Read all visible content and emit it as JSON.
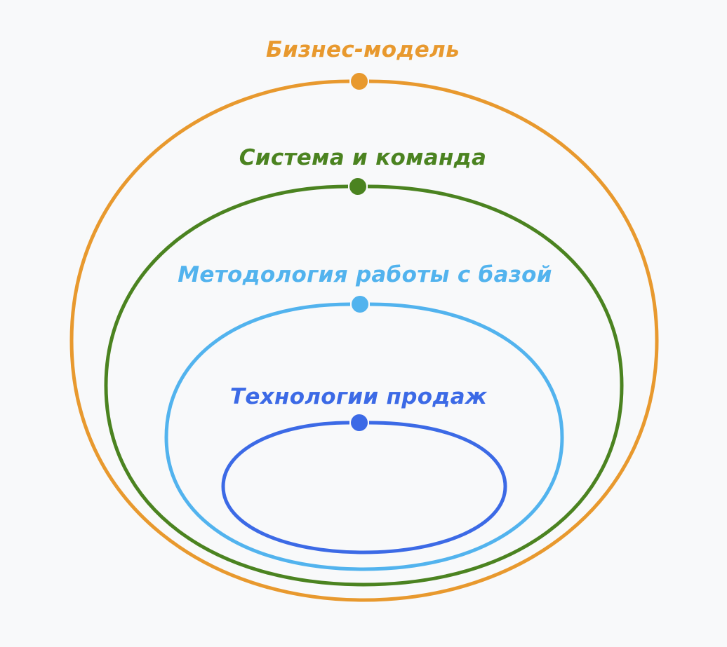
{
  "diagram": {
    "layers": [
      {
        "id": "business-model",
        "label": "Бизнес-модель",
        "color": "#e8992e"
      },
      {
        "id": "system-team",
        "label": "Система и команда",
        "color": "#4b8320"
      },
      {
        "id": "methodology",
        "label": "Методология работы с базой",
        "color": "#52b3ee"
      },
      {
        "id": "sales-tech",
        "label": "Технологии продаж",
        "color": "#3c6ae6"
      }
    ]
  }
}
